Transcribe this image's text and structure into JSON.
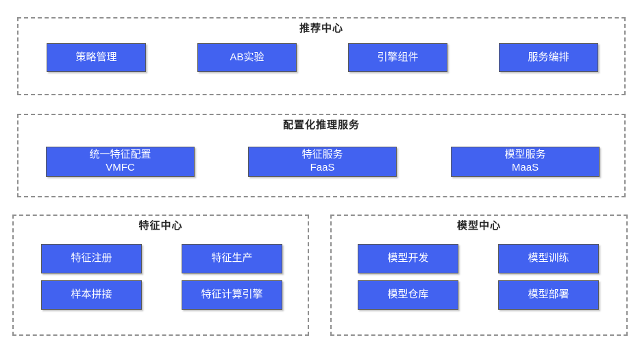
{
  "colors": {
    "node_fill": "#4262F0",
    "node_border": "#595959",
    "node_text": "#FFFFFF",
    "panel_border": "#8F8F8F",
    "title_text": "#262626",
    "background": "#FFFFFF"
  },
  "sections": [
    {
      "title": "推荐中心",
      "buttons": [
        {
          "label": "策略管理"
        },
        {
          "label": "AB实验"
        },
        {
          "label": "引擎组件"
        },
        {
          "label": "服务编排"
        }
      ]
    },
    {
      "title": "配置化推理服务",
      "buttons": [
        {
          "line1": "统一特征配置",
          "line2": "VMFC"
        },
        {
          "line1": "特征服务",
          "line2": "FaaS"
        },
        {
          "line1": "模型服务",
          "line2": "MaaS"
        }
      ]
    },
    {
      "title": "特征中心",
      "buttons": [
        {
          "label": "特征注册"
        },
        {
          "label": "特征生产"
        },
        {
          "label": "样本拼接"
        },
        {
          "label": "特征计算引擎"
        }
      ]
    },
    {
      "title": "模型中心",
      "buttons": [
        {
          "label": "模型开发"
        },
        {
          "label": "模型训练"
        },
        {
          "label": "模型仓库"
        },
        {
          "label": "模型部署"
        }
      ]
    }
  ]
}
